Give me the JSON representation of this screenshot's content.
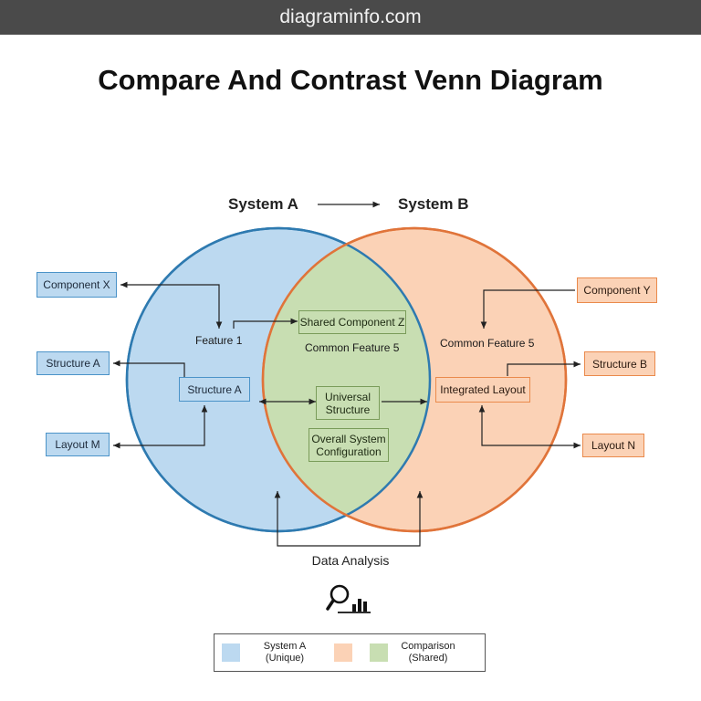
{
  "site": {
    "domain": "diagraminfo.com"
  },
  "title": "Compare And Contrast Venn Diagram",
  "systems": {
    "a": "System A",
    "b": "System B"
  },
  "colors": {
    "system_a": "#bcd9f0",
    "system_b": "#fbd2b6",
    "shared": "#c8deb2",
    "circle_a_stroke": "#2e7ab0",
    "circle_b_stroke": "#e0743a"
  },
  "left_boxes": {
    "component_x": "Component X",
    "structure_a": "Structure A",
    "layout_m": "Layout M"
  },
  "right_boxes": {
    "component_y": "Component Y",
    "structure_b": "Structure B",
    "layout_n": "Layout N"
  },
  "circle_a": {
    "feature_1": "Feature 1",
    "structure_a": "Structure A"
  },
  "overlap": {
    "shared_component": "Shared Component Z",
    "common_feature": "Common Feature 5",
    "universal_line1": "Universal",
    "universal_line2": "Structure",
    "overall_line1": "Overall System",
    "overall_line2": "Configuration"
  },
  "circle_b": {
    "common_feature": "Common Feature 5",
    "integrated_layout": "Integrated Layout"
  },
  "data_analysis": "Data Analysis",
  "icon": "magnifier-chart-icon",
  "legend": {
    "system_a_line1": "System A",
    "system_a_line2": "(Unique)",
    "comparison_line1": "Comparison",
    "comparison_line2": "(Shared)"
  }
}
